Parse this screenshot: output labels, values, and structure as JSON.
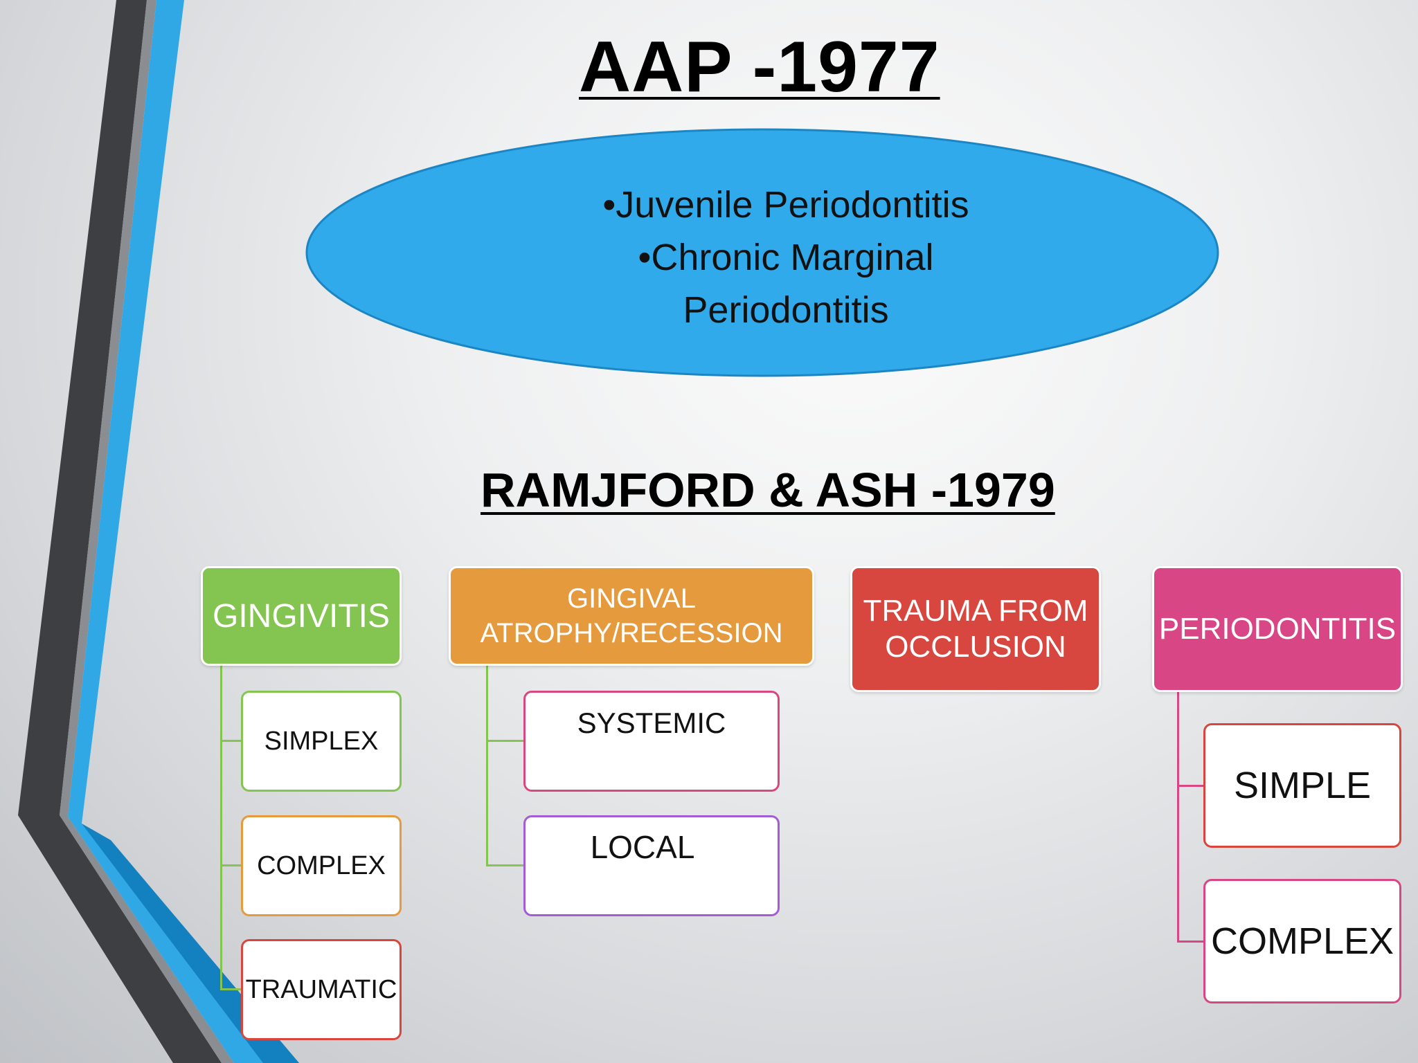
{
  "aap": {
    "title": "AAP -1977",
    "items": [
      "•Juvenile Periodontitis",
      "•Chronic Marginal",
      "Periodontitis"
    ]
  },
  "ramjford": {
    "title": "RAMJFORD & ASH -1979",
    "categories": [
      {
        "label": "GINGIVITIS",
        "color": "#84c451",
        "children": [
          "SIMPLEX",
          "COMPLEX",
          "TRAUMATIC"
        ],
        "child_colors": [
          "#84c451",
          "#e59a3d",
          "#d8453d"
        ]
      },
      {
        "label": "GINGIVAL ATROPHY/RECESSION",
        "color": "#e49a3d",
        "children": [
          "SYSTEMIC",
          "LOCAL"
        ],
        "child_colors": [
          "#d84780",
          "#a45bd6"
        ]
      },
      {
        "label": "TRAUMA FROM OCCLUSION",
        "color": "#d8473f",
        "children": []
      },
      {
        "label": "PERIODONTITIS",
        "color": "#d84686",
        "children": [
          "SIMPLE",
          "COMPLEX"
        ],
        "child_colors": [
          "#d8453d",
          "#d84686"
        ]
      }
    ]
  },
  "colors": {
    "ellipse_fill": "#30aaea",
    "ellipse_stroke": "#1c86c4",
    "stripe_dark": "#3d3f42",
    "stripe_blue": "#31a8e6"
  }
}
